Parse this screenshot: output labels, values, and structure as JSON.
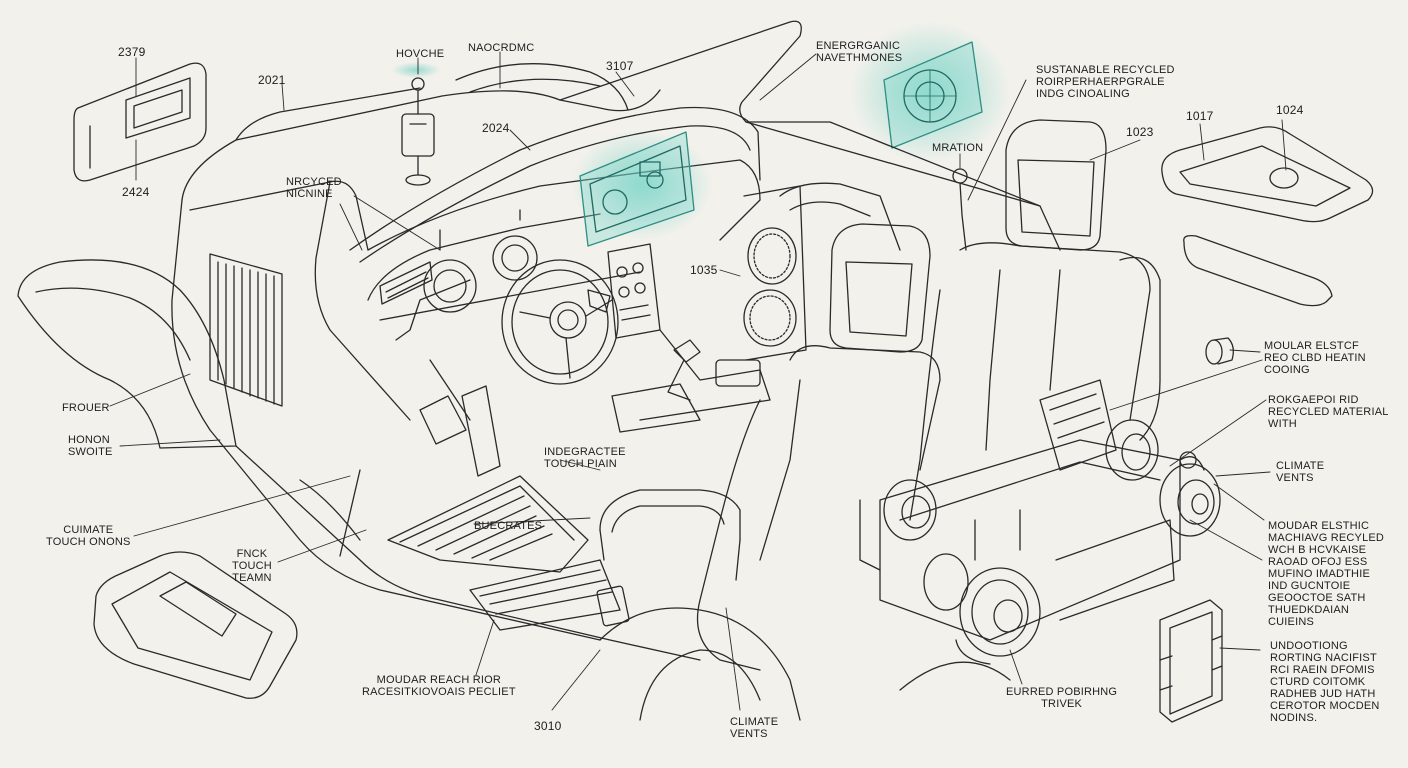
{
  "labels": {
    "n2379": "2379",
    "n2424": "2424",
    "n2021": "2021",
    "hovche": "HOVCHE",
    "naocrdmc": "NAOCRDMC",
    "n3107": "3107",
    "n2024": "2024",
    "energanic": "ENERGRGANIC\nNAVETHMONES",
    "sustainable": "SUSTANABLE RECYCLED\nROIRPERHAERPGRALE\nINDG CINOALING",
    "n1017": "1017",
    "n1024": "1024",
    "n1023": "1023",
    "mration": "MRATION",
    "nrcyced": "NRCYCED\nNICNINE",
    "n1035": "1035",
    "frouer": "FROUER",
    "honon": "HONON\nSWOITE",
    "moular_elstcf": "MOULAR ELSTCF\nREO CLBD HEATIN\nCOOING",
    "rokgaepol": "ROKGAEPOI RID\nRECYCLED MATERIAL\nWITH",
    "climate_vents_right": "CLIMATE\nVENTS",
    "indegractee": "INDEGRACTEE\nTOUCH PIAIN",
    "buecrates": "BUECRATES",
    "cuimate_touch": "CUIMATE\nTOUCH ONONS",
    "fnck": "FNCK\nTOUCH\nTEAMN",
    "moudar_esthic": "MOUDAR ELSTHIC\nMACHIAVG RECYLED\nWCH B HCVKAISE\nRAOAD OFOJ ESS\nMUFINO IMADTHIE\nIND GUCNTOIE\nGEOOCTOE SATH\nTHUEDKDAIAN\nCUIEINS",
    "moudar_reach": "MOUDAR REACH RIOR\nRACESITKIOVOAIS PECLIET",
    "n3010": "3010",
    "climate_vents_bottom": "CLIMATE\nVENTS",
    "eurred": "EURRED POBIRHNG\nTRIVEK",
    "undootiong": "UNDOOTIONG\nRORTING NACIFIST\nRCI RAEIN DFOMIS\nCTURD COITOMK\nRADHEB JUD HATH\nCEROTOR MOCDEN\nNODINS."
  },
  "colors": {
    "background": "#f2f1ec",
    "line": "#2a2a2a",
    "hologram": "#4fc9b8"
  },
  "icons": [
    "holographic-screen-icon",
    "joystick-icon",
    "speaker-icon"
  ]
}
